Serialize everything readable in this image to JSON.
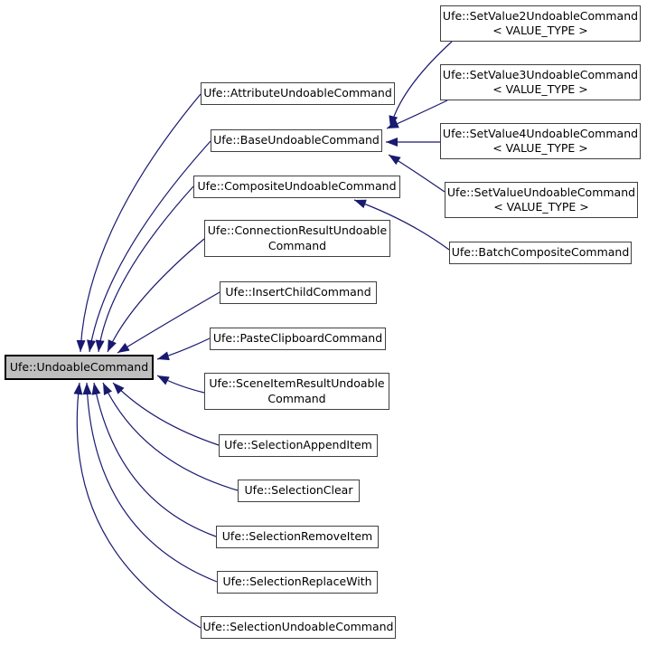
{
  "diagram": {
    "colors": {
      "edge": "#191970",
      "node_border": "#404040",
      "root_border": "#000000",
      "root_fill": "#bfbfbf",
      "node_fill": "#ffffff",
      "background": "#ffffff"
    },
    "root": {
      "label": "Ufe::UndoableCommand"
    },
    "derived": [
      {
        "label": "Ufe::AttributeUndoableCommand"
      },
      {
        "label": "Ufe::BaseUndoableCommand"
      },
      {
        "label": "Ufe::CompositeUndoableCommand"
      },
      {
        "label": "Ufe::ConnectionResultUndoable",
        "label2": "Command"
      },
      {
        "label": "Ufe::InsertChildCommand"
      },
      {
        "label": "Ufe::PasteClipboardCommand"
      },
      {
        "label": "Ufe::SceneItemResultUndoable",
        "label2": "Command"
      },
      {
        "label": "Ufe::SelectionAppendItem"
      },
      {
        "label": "Ufe::SelectionClear"
      },
      {
        "label": "Ufe::SelectionRemoveItem"
      },
      {
        "label": "Ufe::SelectionReplaceWith"
      },
      {
        "label": "Ufe::SelectionUndoableCommand"
      }
    ],
    "base_derived": [
      {
        "label": "Ufe::SetValue2UndoableCommand",
        "label2": "< VALUE_TYPE >"
      },
      {
        "label": "Ufe::SetValue3UndoableCommand",
        "label2": "< VALUE_TYPE >"
      },
      {
        "label": "Ufe::SetValue4UndoableCommand",
        "label2": "< VALUE_TYPE >"
      },
      {
        "label": "Ufe::SetValueUndoableCommand",
        "label2": "< VALUE_TYPE >"
      }
    ],
    "composite_derived": [
      {
        "label": "Ufe::BatchCompositeCommand"
      }
    ]
  }
}
